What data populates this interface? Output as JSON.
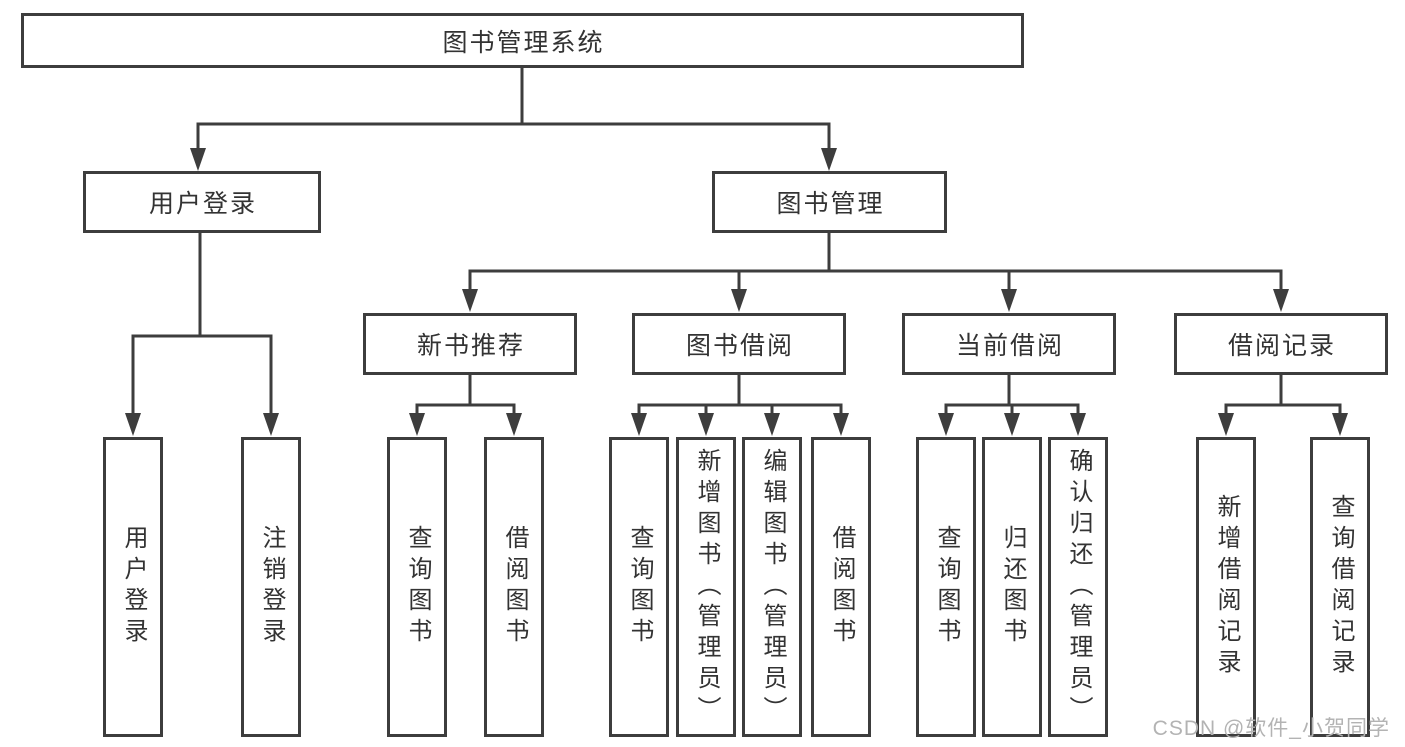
{
  "diagram": {
    "root": {
      "label": "图书管理系统"
    },
    "branches": [
      {
        "label": "用户登录",
        "children": [
          {
            "label": "用户登录"
          },
          {
            "label": "注销登录"
          }
        ]
      },
      {
        "label": "图书管理",
        "children": [
          {
            "label": "新书推荐",
            "children": [
              {
                "label": "查询图书"
              },
              {
                "label": "借阅图书"
              }
            ]
          },
          {
            "label": "图书借阅",
            "children": [
              {
                "label": "查询图书"
              },
              {
                "label": "新增图书（管理员）"
              },
              {
                "label": "编辑图书（管理员）"
              },
              {
                "label": "借阅图书"
              }
            ]
          },
          {
            "label": "当前借阅",
            "children": [
              {
                "label": "查询图书"
              },
              {
                "label": "归还图书"
              },
              {
                "label": "确认归还（管理员）"
              }
            ]
          },
          {
            "label": "借阅记录",
            "children": [
              {
                "label": "新增借阅记录"
              },
              {
                "label": "查询借阅记录"
              }
            ]
          }
        ]
      }
    ]
  },
  "watermark": {
    "text": "CSDN @软件_小贺同学"
  },
  "colors": {
    "line": "#3d3d3d",
    "text": "#333333",
    "watermark": "#b3b3b3",
    "background": "#ffffff"
  }
}
